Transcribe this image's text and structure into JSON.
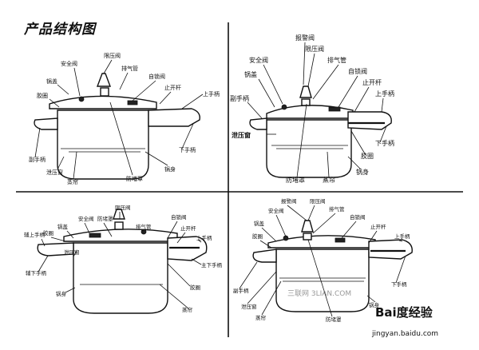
{
  "title": "产品结构图",
  "panel1": {
    "labels": [
      "安全阀",
      "限压阀",
      "排气管",
      "自锁阀",
      "锅盖",
      "上手柄",
      "止开杆",
      "胶圈",
      "下手柄",
      "副手柄",
      "防堵罩",
      "锅身",
      "泄压窗",
      "蒸帘"
    ]
  },
  "panel2": {
    "labels": [
      "报警阀",
      "限压阀",
      "安全阀",
      "排气管",
      "锅盖",
      "自锁阀",
      "止开杆",
      "副手柄",
      "上手柄",
      "泄压窗",
      "下手柄",
      "胶圈",
      "防堵罩",
      "蒸帘",
      "锅身"
    ]
  },
  "panel3": {
    "labels": [
      "安全阀",
      "防堵罩",
      "限压阀",
      "排气管",
      "自锁阀",
      "锅盖",
      "胶圈",
      "止开杆",
      "上手柄",
      "辅上手柄",
      "泄压窗",
      "辅下手柄",
      "主下手柄",
      "锅身",
      "胶圈",
      "蒸帘"
    ]
  },
  "panel4": {
    "labels": [
      "报警阀",
      "限压阀",
      "排气管",
      "安全阀",
      "自锁阀",
      "锅盖",
      "止开杆",
      "胶圈",
      "上手柄",
      "副手柄",
      "下手柄",
      "泄压窗",
      "锅身",
      "蒸帘",
      "防堵罩"
    ]
  },
  "watermark": {
    "line1": "三联网 3LIAN.COM",
    "brand": "Bai度经验",
    "url": "jingyan.baidu.com"
  }
}
